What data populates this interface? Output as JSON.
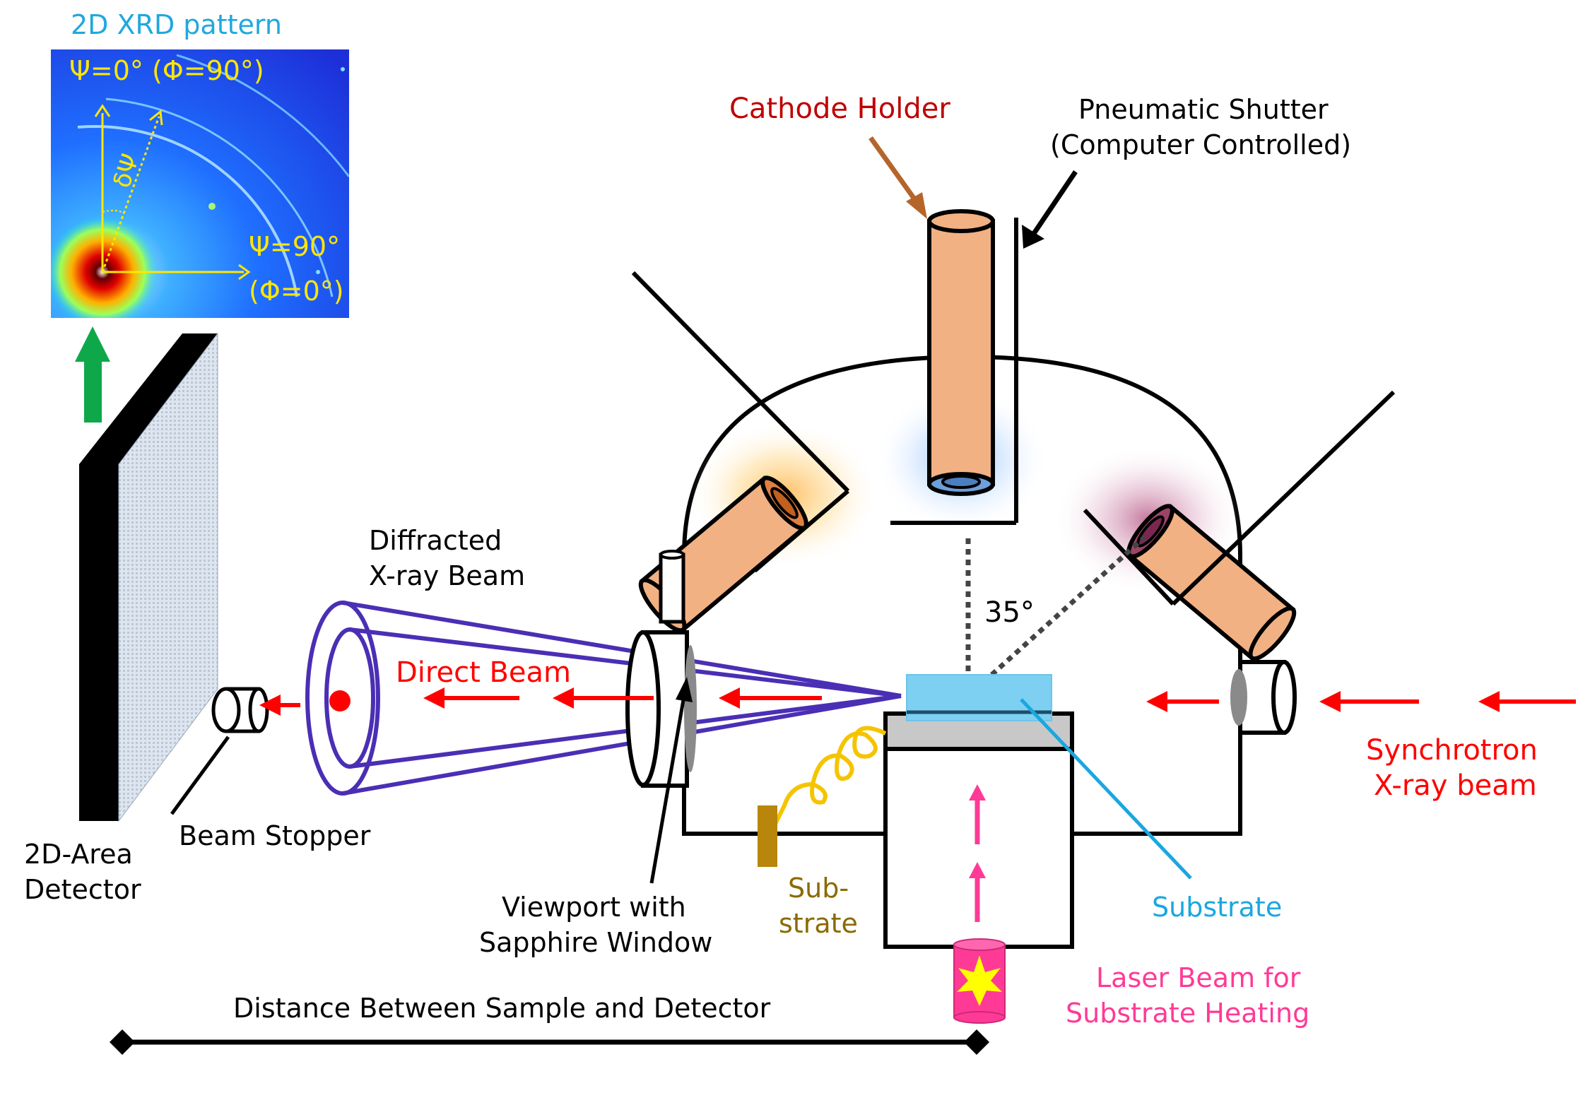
{
  "labels": {
    "xrd_title": "2D XRD pattern",
    "psi0": "Ψ=0° (Φ=90°)",
    "dpsi": "δΨ",
    "psi90": "Ψ=90°",
    "phi0": "(Φ=0°)",
    "cathode_holder": "Cathode Holder",
    "shutter_line1": "Pneumatic Shutter",
    "shutter_line2": "(Computer Controlled)",
    "angle": "35°",
    "diffracted_line1": "Diffracted",
    "diffracted_line2": "X-ray Beam",
    "direct_beam": "Direct Beam",
    "synchrotron_line1": "Synchrotron",
    "synchrotron_line2": "X-ray beam",
    "beam_stopper": "Beam Stopper",
    "detector_line1": "2D-Area",
    "detector_line2": "Detector",
    "viewport_line1": "Viewport with",
    "viewport_line2": "Sapphire Window",
    "thermocouple_line1": "Sub-",
    "thermocouple_line2": "strate",
    "substrate": "Substrate",
    "laser_line1": "Laser Beam for",
    "laser_line2": "Substrate  Heating",
    "distance": "Distance Between Sample and Detector"
  },
  "colors": {
    "xrd_title": "#1fa8e0",
    "xrd_overlay": "#ffe600",
    "cathode_label": "#c00000",
    "cathode_arrow": "#b5652a",
    "cathode_fill": "#f2b183",
    "beam_arrows": "#ff0000",
    "cone": "#4a2fb5",
    "substrate_fill": "#7dd0f2",
    "substrate_label": "#1aa7e0",
    "thermocouple_label": "#8b6a00",
    "thermocouple_wire": "#f5c400",
    "thermocouple_block": "#b8860b",
    "laser": "#ff3a96",
    "detector_arrow": "#0ea84a"
  }
}
